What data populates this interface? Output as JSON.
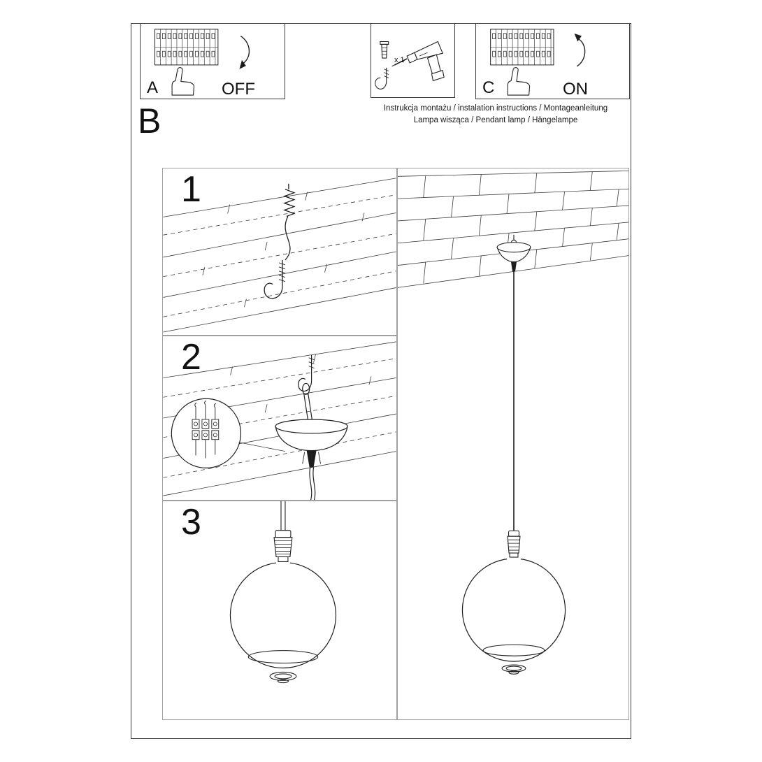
{
  "header": {
    "line1": "Instrukcja montażu / instalation instructions / Montageanleitung",
    "line2": "Lampa wisząca / Pendant lamp / Hängelampe"
  },
  "sections": {
    "a_label": "A",
    "b_label": "B",
    "c_label": "C",
    "off_label": "OFF",
    "on_label": "ON",
    "anchor_count": "x 1"
  },
  "steps": {
    "step1": "1",
    "step2": "2",
    "step3": "3"
  },
  "colors": {
    "line": "#1e1e1e",
    "ceiling_line": "#3a3a3a",
    "panel_border": "#a0a0a0",
    "frame_border": "#3c3c3c",
    "background": "#ffffff"
  }
}
